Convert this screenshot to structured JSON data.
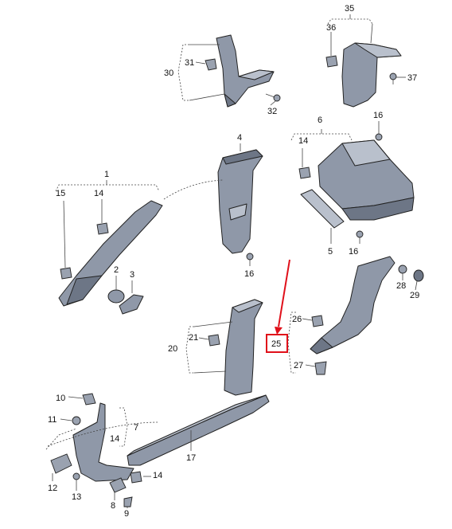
{
  "callouts": {
    "c1": "1",
    "c2": "2",
    "c3": "3",
    "c4": "4",
    "c5": "5",
    "c6": "6",
    "c7": "7",
    "c8": "8",
    "c9": "9",
    "c10": "10",
    "c11": "11",
    "c12": "12",
    "c13": "13",
    "c14a": "14",
    "c14b": "14",
    "c14c": "14",
    "c14d": "14",
    "c15": "15",
    "c16a": "16",
    "c16b": "16",
    "c16c": "16",
    "c17": "17",
    "c20": "20",
    "c21": "21",
    "c25": "25",
    "c26": "26",
    "c27": "27",
    "c28": "28",
    "c29": "29",
    "c30": "30",
    "c31": "31",
    "c32": "32",
    "c35": "35",
    "c36": "36",
    "c37": "37"
  },
  "highlight": {
    "target": "25",
    "color": "#e0101a"
  }
}
